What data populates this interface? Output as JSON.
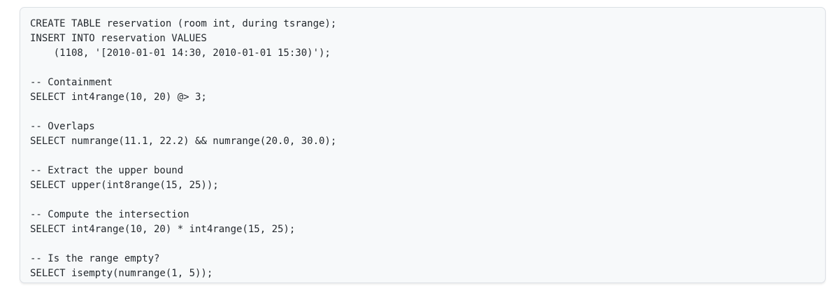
{
  "code_block": {
    "lines": [
      "CREATE TABLE reservation (room int, during tsrange);",
      "INSERT INTO reservation VALUES",
      "    (1108, '[2010-01-01 14:30, 2010-01-01 15:30)');",
      "",
      "-- Containment",
      "SELECT int4range(10, 20) @> 3;",
      "",
      "-- Overlaps",
      "SELECT numrange(11.1, 22.2) && numrange(20.0, 30.0);",
      "",
      "-- Extract the upper bound",
      "SELECT upper(int8range(15, 25));",
      "",
      "-- Compute the intersection",
      "SELECT int4range(10, 20) * int4range(15, 25);",
      "",
      "-- Is the range empty?",
      "SELECT isempty(numrange(1, 5));"
    ],
    "colors": {
      "page_background": "#ffffff",
      "block_background": "#f7f9fa",
      "block_border": "#dce0e5",
      "text": "#24292e"
    }
  }
}
